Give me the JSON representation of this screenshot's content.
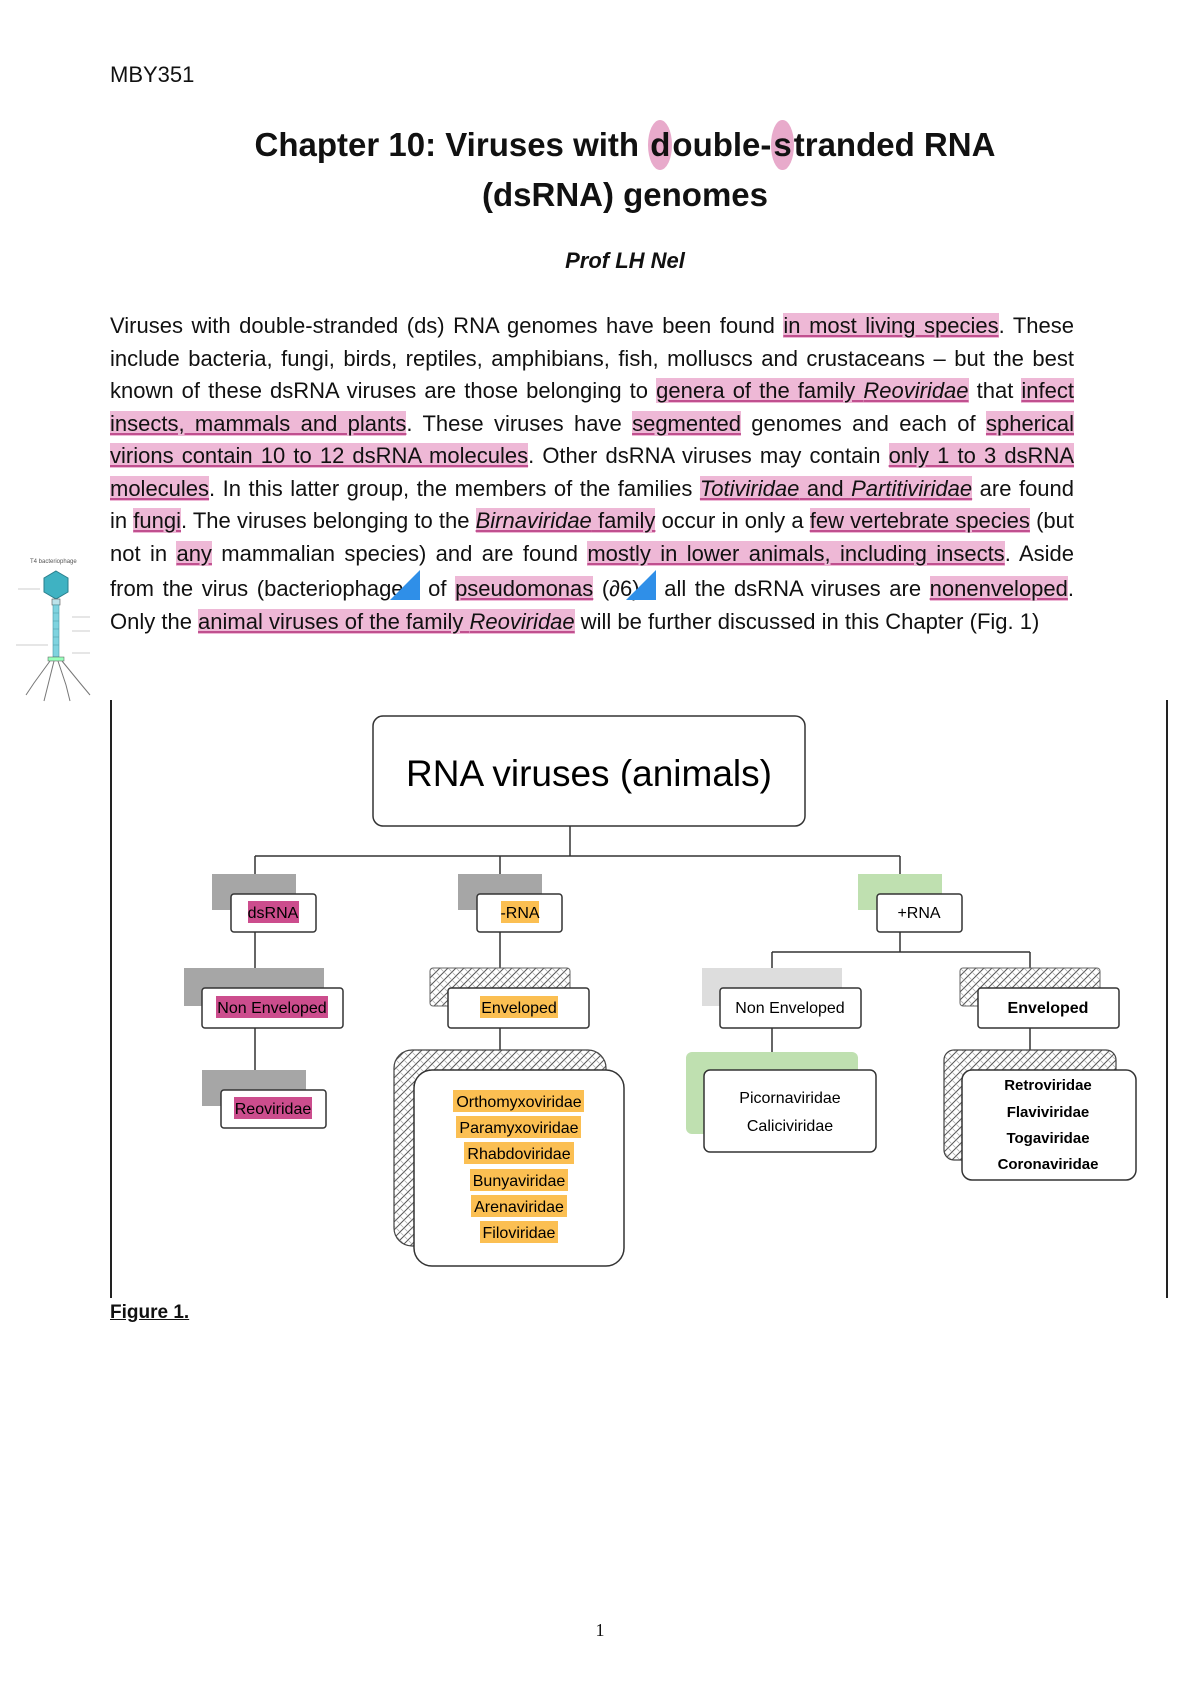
{
  "header": {
    "course_code": "MBY351"
  },
  "title": {
    "pre": "Chapter 10: Viruses with ",
    "mark1": "d",
    "mid": "ouble-",
    "mark2": "s",
    "post": "tranded RNA",
    "line2": "(dsRNA) genomes"
  },
  "author": "Prof LH Nel",
  "paragraph": {
    "s1": "Viruses with double-stranded (ds) RNA genomes have been found ",
    "h1": "in most living species",
    "s2": ". These include bacteria, fungi, birds, reptiles, amphibians, fish, molluscs and crustaceans – but the best known of these dsRNA viruses are those belonging to ",
    "h2": "genera of the family ",
    "h2i": "Reoviridae",
    "s3": " that ",
    "h3": "infect insects, mammals and plants",
    "s4": ". These viruses have ",
    "h4": "segmented",
    "s5": " genomes and each of ",
    "h5": "spherical virions contain 10 to 12 dsRNA molecules",
    "s6": ". Other dsRNA viruses may contain ",
    "h6": "only 1 to 3 dsRNA molecules",
    "s7": ". In this latter group, the members of the families ",
    "h7a": "Totiviridae",
    "h7b": " and ",
    "h7c": "Partitiviridae",
    "s8": " are found in ",
    "h8": "fungi",
    "s9": ". The viruses belonging to the ",
    "h9a": "Birnaviridae",
    "h9b": " family",
    "s10": " occur in only a ",
    "h10": "few vertebrate species",
    "s11": " (but not in ",
    "h11": "any",
    "s12": " mammalian species) and are found ",
    "h12": "mostly in lower animals, including insects",
    "s13": ". Aside from the virus (bacteriophage",
    "s14": " of ",
    "h14": "pseudomonas",
    "s15": " (∂6)",
    "s16": " all the dsRNA viruses are ",
    "h16": "nonenveloped",
    "s17": ". Only the ",
    "h17": "animal viruses of the family ",
    "h17i": "Reoviridae",
    "s18": " will be further discussed in this Chapter (Fig. 1)"
  },
  "phage": {
    "label": "T4 bacteriophage"
  },
  "diagram": {
    "root": "RNA viruses (animals)",
    "ds": {
      "label": "dsRNA",
      "env": "Non Enveloped",
      "families": [
        "Reoviridae"
      ]
    },
    "neg": {
      "label": "-RNA",
      "env": "Enveloped",
      "families": [
        "Orthomyxoviridae",
        "Paramyxoviridae",
        "Rhabdoviridae",
        "Bunyaviridae",
        "Arenaviridae",
        "Filoviridae"
      ]
    },
    "pos": {
      "label": "+RNA",
      "nonenv": {
        "env": "Non Enveloped",
        "families": [
          "Picornaviridae",
          "Caliciviridae"
        ]
      },
      "enveloped": {
        "env": "Enveloped",
        "families": [
          "Retroviridae",
          "Flaviviridae",
          "Togaviridae",
          "Coronaviridae"
        ]
      }
    },
    "colors": {
      "ds_highlight": "#cc4d8d",
      "neg_highlight": "#fbbf52",
      "pos_accent": "#bfe0b0",
      "shadow": "#a6a6a6"
    }
  },
  "figure": {
    "caption": "Figure 1."
  },
  "footer": {
    "page_number": "1"
  }
}
